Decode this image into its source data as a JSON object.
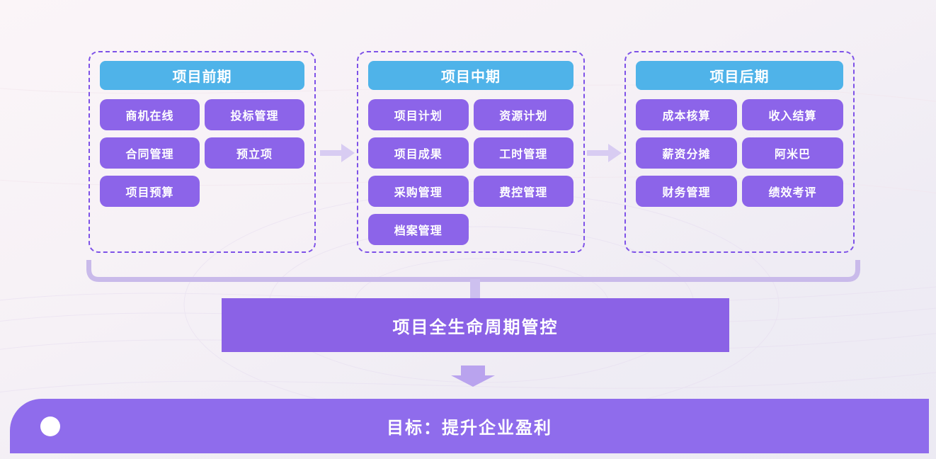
{
  "phases": [
    {
      "title": "项目前期",
      "items": [
        "商机在线",
        "投标管理",
        "合同管理",
        "预立项",
        "项目预算"
      ]
    },
    {
      "title": "项目中期",
      "items": [
        "项目计划",
        "资源计划",
        "项目成果",
        "工时管理",
        "采购管理",
        "费控管理",
        "档案管理"
      ]
    },
    {
      "title": "项目后期",
      "items": [
        "成本核算",
        "收入结算",
        "薪资分摊",
        "阿米巴",
        "财务管理",
        "绩效考评"
      ]
    }
  ],
  "summary_banner": {
    "label": "项目全生命周期管控"
  },
  "goal_banner": {
    "label": "目标：提升企业盈利"
  },
  "colors": {
    "phase_header": "#4FB3E9",
    "chip": "#8C64E9",
    "panel_border": "#7E52E8",
    "summary_banner": "#8B62E6",
    "goal_banner": "#8F6CEC",
    "connector": "#C9BAEA",
    "flow_arrow": "#D8CCF2",
    "down_arrow": "#B9A3EE"
  }
}
